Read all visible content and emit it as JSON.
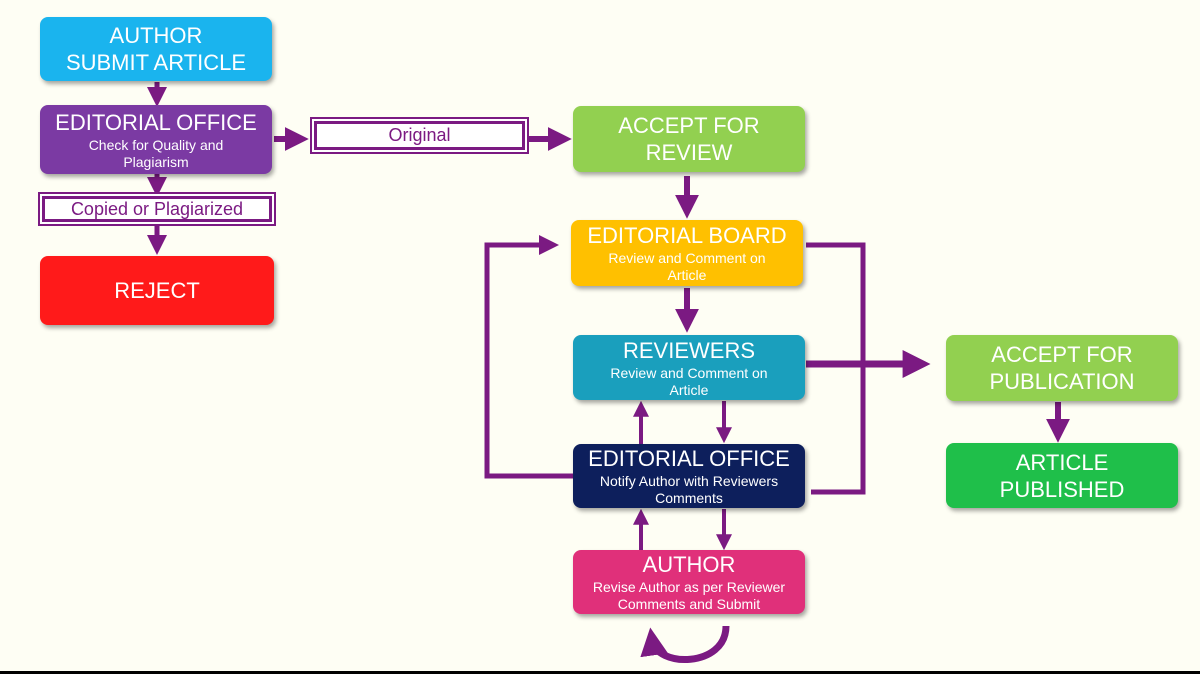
{
  "colors": {
    "arrow": "#7b1a82",
    "author_submit": "#1ab4ee",
    "editorial_office_check": "#7b3aa3",
    "reject": "#ff1a1a",
    "accept_review": "#92d050",
    "editorial_board": "#ffc000",
    "reviewers": "#1a9fbd",
    "editorial_office_notify": "#0d1f5c",
    "author_revise": "#e0307a",
    "accept_publication": "#92d050",
    "article_published": "#1fbf4a"
  },
  "nodes": {
    "author_submit": {
      "title": "AUTHOR\nSUBMIT ARTICLE"
    },
    "editorial_office_check": {
      "title": "EDITORIAL OFFICE",
      "subtitle": "Check for Quality and\nPlagiarism"
    },
    "reject": {
      "title": "REJECT"
    },
    "accept_review": {
      "title": "ACCEPT FOR\nREVIEW"
    },
    "editorial_board": {
      "title": "EDITORIAL BOARD",
      "subtitle": "Review and Comment on\nArticle"
    },
    "reviewers": {
      "title": "REVIEWERS",
      "subtitle": "Review and Comment on\nArticle"
    },
    "editorial_office_notify": {
      "title": "EDITORIAL OFFICE",
      "subtitle": "Notify Author with Reviewers\nComments"
    },
    "author_revise": {
      "title": "AUTHOR",
      "subtitle": "Revise Author as per Reviewer\nComments and Submit"
    },
    "accept_publication": {
      "title": "ACCEPT FOR\nPUBLICATION"
    },
    "article_published": {
      "title": "ARTICLE PUBLISHED"
    }
  },
  "labels": {
    "original": "Original",
    "copied": "Copied or Plagiarized"
  }
}
